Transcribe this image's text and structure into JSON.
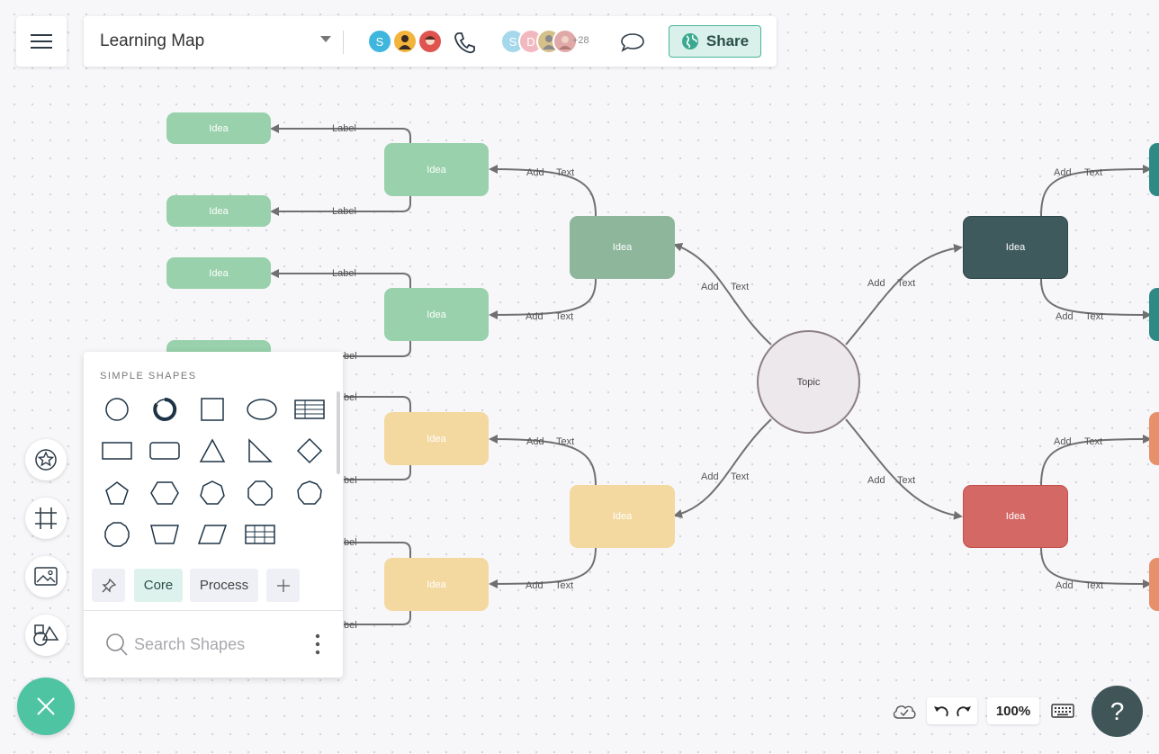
{
  "app": {
    "document_title": "Learning Map",
    "collaborators": [
      {
        "initial": "S",
        "color": "#3fb6dd"
      },
      {
        "initial": "",
        "color": "#f2b43a"
      },
      {
        "initial": "",
        "color": "#e0534e"
      }
    ],
    "viewers": [
      {
        "initial": "S",
        "color": "#a6d8ec"
      },
      {
        "initial": "D",
        "color": "#f2b8c0"
      },
      {
        "initial": "",
        "color": "#d6c08a"
      },
      {
        "initial": "",
        "color": "#e0a9a8"
      }
    ],
    "viewer_overflow": "+28",
    "share_label": "Share"
  },
  "diagram": {
    "topic": "Topic",
    "node_label": "Idea",
    "edge_label_add": "Add",
    "edge_label_text": "Text",
    "edge_label_label": "Label",
    "partial_label": "bel",
    "colors": {
      "green": "#98d1ab",
      "dark_green": "#8db69b",
      "yellow": "#f3d9a0",
      "dark": "#3f5a5c",
      "red": "#d46864",
      "teal": "#2f8a86",
      "orange": "#e6906c",
      "connector": "#707070"
    }
  },
  "shapes_panel": {
    "heading": "SIMPLE SHAPES",
    "shapes": [
      "circle",
      "ring",
      "square",
      "ellipse",
      "table-lines",
      "rectangle",
      "rounded-rectangle",
      "triangle",
      "right-triangle",
      "diamond",
      "pentagon",
      "hexagon",
      "heptagon",
      "octagon",
      "nonagon",
      "decagon",
      "trapezoid",
      "parallelogram",
      "table-grid"
    ],
    "tabs": {
      "core": "Core",
      "process": "Process"
    },
    "search_placeholder": "Search Shapes"
  },
  "toolbar": {
    "zoom": "100%",
    "help": "?"
  }
}
